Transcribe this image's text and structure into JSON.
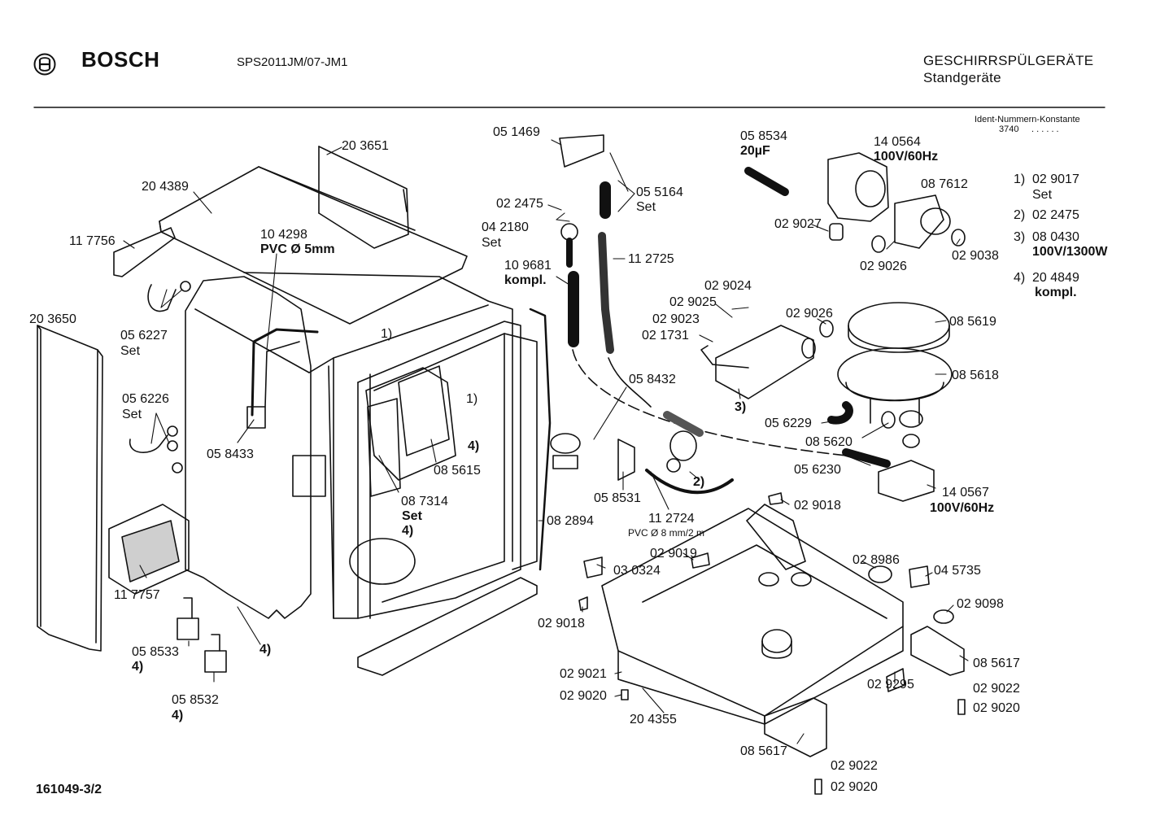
{
  "header": {
    "brand": "BOSCH",
    "model_code": "SPS2011JM/07-JM1",
    "category": "GESCHIRRSPÜLGERÄTE",
    "subcategory": "Standgeräte",
    "ident_label": "Ident-Nummern-Konstante",
    "ident_value": "3740",
    "ident_dots": ". .   . . . ."
  },
  "footer": {
    "drawing_number": "161049-3/2"
  },
  "legend": [
    {
      "key": "1)",
      "line1": "02 9017",
      "line2": "Set"
    },
    {
      "key": "2)",
      "line1": "02 2475",
      "line2": ""
    },
    {
      "key": "3)",
      "line1": "08 0430",
      "line2": "100V/1300W"
    },
    {
      "key": "4)",
      "line1": "20 4849",
      "line2": "kompl."
    }
  ],
  "parts": {
    "p203651": "20 3651",
    "p204389": "20 4389",
    "p117756": "11 7756",
    "p104298": "10 4298",
    "p104298_spec": "PVC Ø 5mm",
    "p203650": "20 3650",
    "p056227": "05 6227",
    "p056227_set": "Set",
    "p056226": "05 6226",
    "p056226_set": "Set",
    "p058433": "05 8433",
    "p117757": "11 7757",
    "p058533": "05 8533",
    "p058533_note": "4)",
    "p058532": "05 8532",
    "p058532_note": "4)",
    "note4_body": "4)",
    "note1_a": "1)",
    "note1_b": "1)",
    "note4_a": "4)",
    "p085615": "08 5615",
    "p087314": "08 7314",
    "p087314_set": "Set",
    "p087314_note": "4)",
    "p051469": "05 1469",
    "p022475": "02 2475",
    "p042180": "04 2180",
    "p042180_set": "Set",
    "p055164": "05 5164",
    "p055164_set": "Set",
    "p112725": "11 2725",
    "p109681": "10 9681",
    "p109681_kompl": "kompl.",
    "p082894": "08 2894",
    "p058534": "05 8534",
    "p058534_spec": "20µF",
    "p140564": "14 0564",
    "p140564_spec": "100V/60Hz",
    "p087612": "08 7612",
    "p029027": "02 9027",
    "p029026a": "02 9026",
    "p029038": "02 9038",
    "p029024": "02 9024",
    "p029025": "02 9025",
    "p029023": "02 9023",
    "p021731": "02 1731",
    "p029026b": "02 9026",
    "p085619": "08 5619",
    "p085618": "08 5618",
    "note3": "3)",
    "p058432": "05 8432",
    "p056229": "05 6229",
    "p085620": "08 5620",
    "p056230": "05 6230",
    "p140567": "14 0567",
    "p140567_spec": "100V/60Hz",
    "p058531": "05 8531",
    "note2": "2)",
    "p112724": "11 2724",
    "p112724_spec": "PVC  Ø 8 mm/2 m",
    "p029018a": "02 9018",
    "p029019": "02 9019",
    "p030324": "03 0324",
    "p029018b": "02 9018",
    "p028986": "02 8986",
    "p045735": "04 5735",
    "p029098": "02 9098",
    "p085617a": "08 5617",
    "p029295": "02 9295",
    "p029022a": "02 9022",
    "p029020a": "02 9020",
    "p029021": "02 9021",
    "p029020b": "02 9020",
    "p204355": "20 4355",
    "p085617b": "08 5617",
    "p029022b": "02 9022",
    "p029020c": "02 9020"
  }
}
